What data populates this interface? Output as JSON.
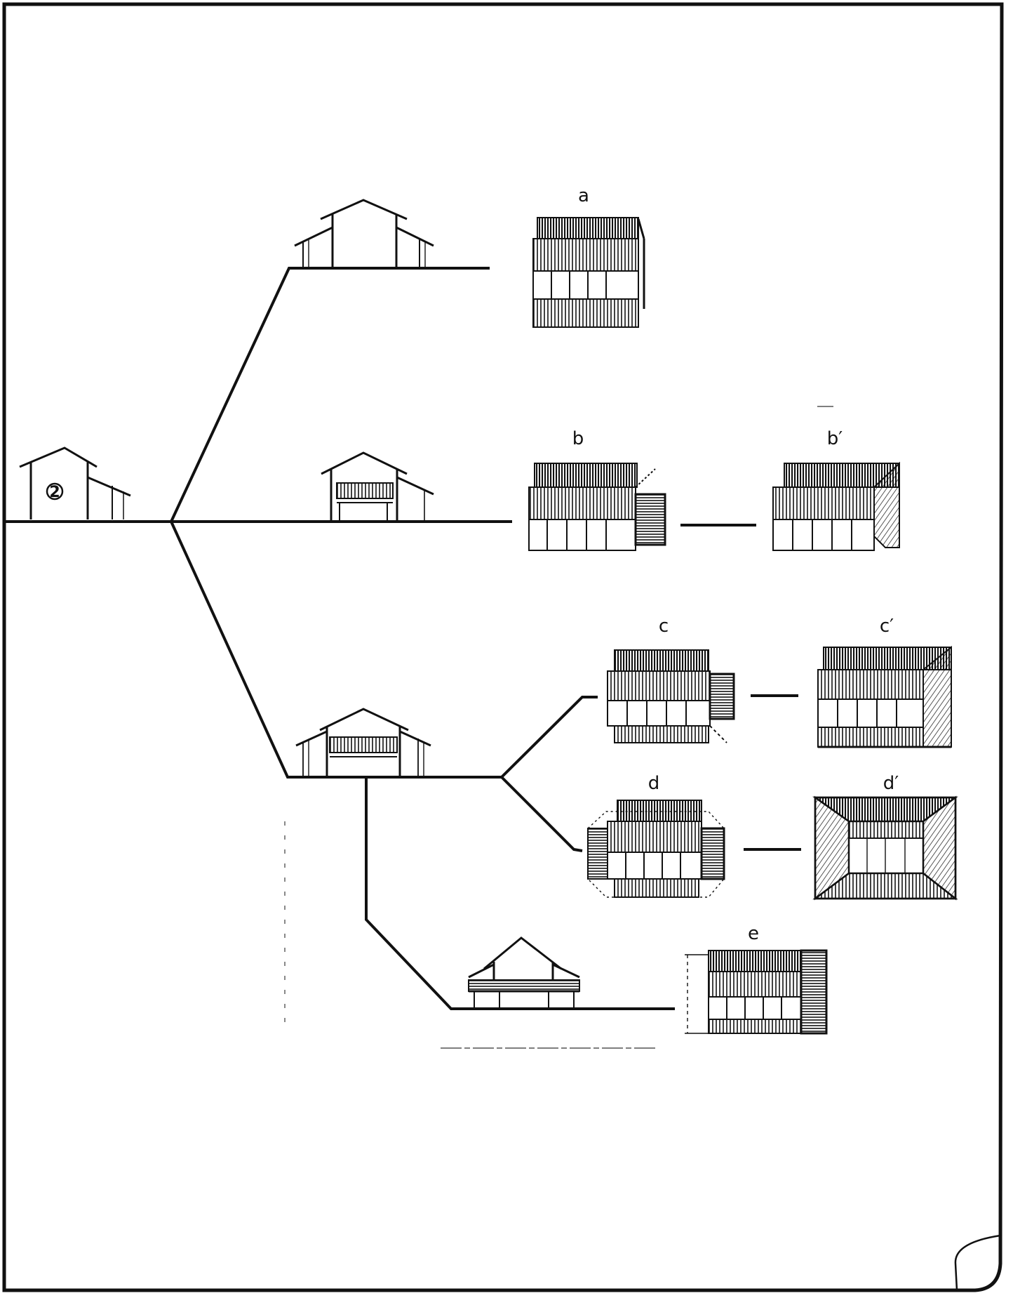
{
  "diagram": {
    "origin_marker": "2",
    "variants": [
      {
        "id": "a",
        "label": "a"
      },
      {
        "id": "b",
        "label": "b"
      },
      {
        "id": "b-prime",
        "label": "b′"
      },
      {
        "id": "c",
        "label": "c"
      },
      {
        "id": "c-prime",
        "label": "c′"
      },
      {
        "id": "d",
        "label": "d"
      },
      {
        "id": "d-prime",
        "label": "d′"
      },
      {
        "id": "e",
        "label": "e"
      }
    ],
    "colors": {
      "ink": "#111111",
      "paper": "#ffffff"
    }
  }
}
